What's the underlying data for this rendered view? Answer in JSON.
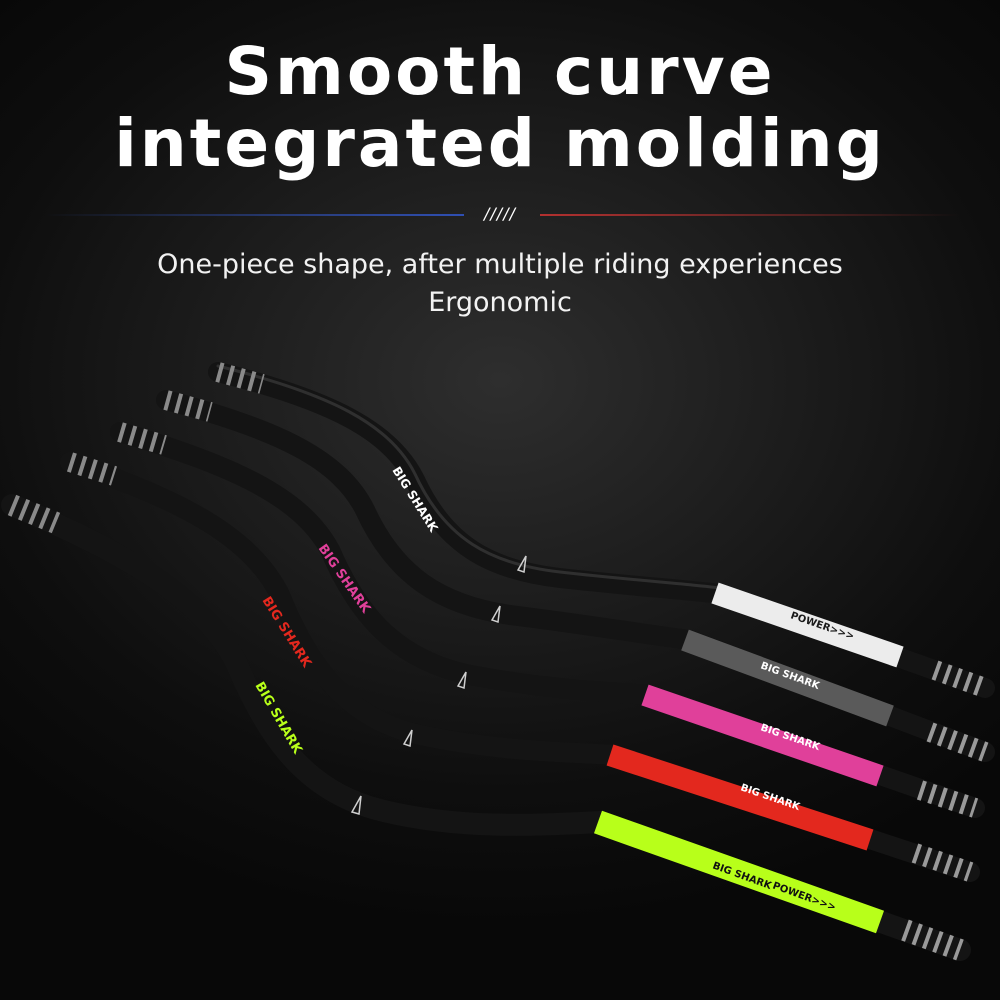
{
  "headline": {
    "line1": "Smooth curve",
    "line2": "integrated molding"
  },
  "divider": {
    "marks": "/////",
    "left_color": "#2f4fb3",
    "right_color": "#b3302f"
  },
  "subheadline": {
    "line1": "One-piece shape, after multiple riding experiences",
    "line2": "Ergonomic"
  },
  "brand": {
    "name": "BIG SHARK",
    "tagline": "POWER>>>"
  },
  "handlebars": [
    {
      "color_name": "white",
      "grip_color": "#ececec",
      "label_color": "#ffffff"
    },
    {
      "color_name": "grey",
      "grip_color": "#5a5a5a",
      "label_color": "#d0d0d0"
    },
    {
      "color_name": "pink",
      "grip_color": "#e0409a",
      "label_color": "#e0409a"
    },
    {
      "color_name": "red",
      "grip_color": "#e3281e",
      "label_color": "#e3281e"
    },
    {
      "color_name": "lime",
      "grip_color": "#b8ff1a",
      "label_color": "#b8ff1a"
    }
  ]
}
